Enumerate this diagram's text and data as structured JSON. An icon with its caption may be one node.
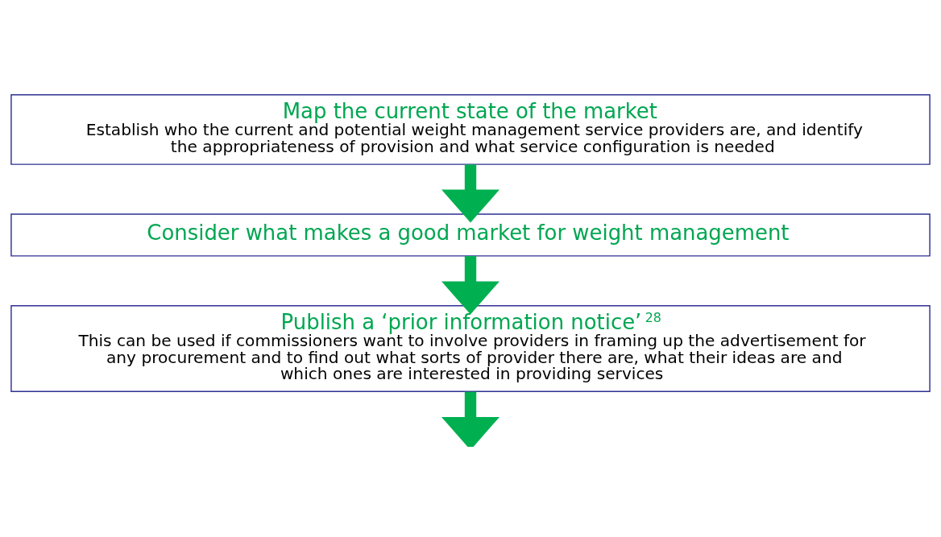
{
  "diagram": {
    "nodes": [
      {
        "text": [
          "Map the current state of the market",
          "Establish who the current and potential weight management service providers are, and identify the appropriateness of provision and what service configuration is needed"
        ]
      },
      {
        "text": [
          "Consider what makes a good market for weight management"
        ]
      },
      {
        "text": [
          "Publish a ‘prior information notice’$^{28}$",
          "This can be used if commissioners want to involve providers in framing up the advertisement for any procurement and to find out what sorts of provider there are, what their ideas are and which ones are interested in providing services"
        ]
      }
    ],
    "edges": [
      {
        "from": 0,
        "to": 1,
        "arrow": "to"
      },
      {
        "from": 1,
        "to": 2,
        "arrow": "to"
      },
      {
        "from": 2,
        "to": null,
        "arrow": "to"
      }
    ]
  }
}
